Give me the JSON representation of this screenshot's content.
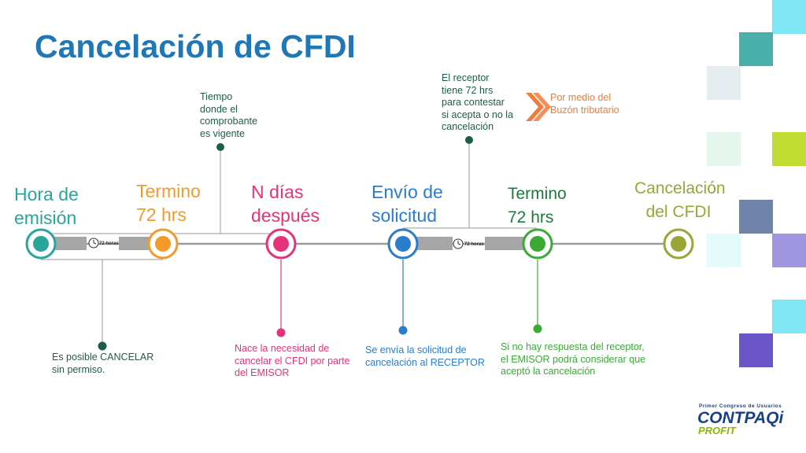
{
  "title": "Cancelación de CFDI",
  "milestones": {
    "emision": [
      "Hora de",
      "emisión"
    ],
    "termino1": [
      "Termino",
      "72 hrs"
    ],
    "ndias": [
      "N días",
      "después"
    ],
    "envio": [
      "Envío de",
      "solicitud"
    ],
    "termino2": [
      "Termino",
      "72 hrs"
    ],
    "cancelacion": [
      "Cancelación",
      "del CFDI"
    ]
  },
  "notes": {
    "vigente": [
      "Tiempo",
      "donde el",
      "comprobante",
      "es vigente"
    ],
    "receptor": [
      "El receptor",
      "tiene 72 hrs",
      "para contestar",
      "si acepta o no la",
      "cancelación"
    ],
    "buzon": [
      "Por medio del",
      "Buzón tributario"
    ],
    "sin_permiso": [
      "Es posible CANCELAR",
      "sin permiso."
    ],
    "necesidad": [
      "Nace la necesidad de",
      "cancelar el CFDI por parte",
      "del EMISOR"
    ],
    "envia": [
      "Se envía la solicitud de",
      "cancelación al RECEPTOR"
    ],
    "sin_respuesta": [
      "Si no hay respuesta del receptor,",
      "el EMISOR podrá considerar que",
      "aceptó la cancelación"
    ]
  },
  "timer_label": "72 horas",
  "logo": {
    "tagline": "Primer Congreso de Usuarios",
    "brand": "CONTPAQi",
    "product": "PROFIT"
  },
  "icons": [
    "clock-icon",
    "chevron-right-icon"
  ],
  "colors": {
    "title": "#1f77b6",
    "emision": "#2aa59a",
    "termino1": "#f39a2b",
    "ndias": "#e4337a",
    "envio": "#2a7ccc",
    "termino2": "#3aaa35",
    "cancelacion": "#9aa634",
    "note_dark": "#1e5e45",
    "buzon": "#ee7d3b",
    "timeline": "#9a9a9a"
  }
}
